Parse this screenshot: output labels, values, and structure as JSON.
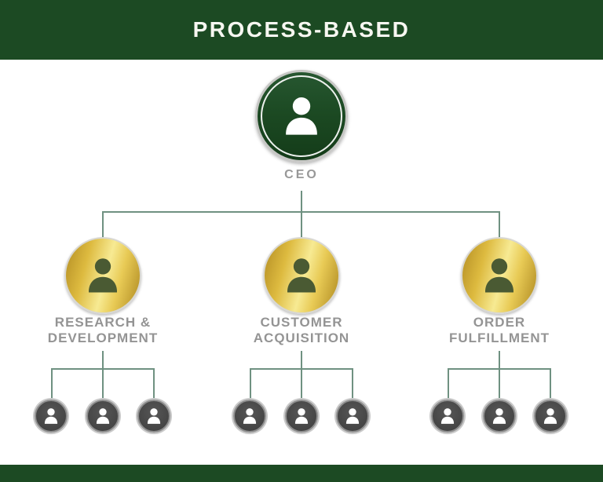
{
  "title_bar": {
    "title": "PROCESS-BASED"
  },
  "org_chart": {
    "type": "organizational-hierarchy",
    "root": {
      "label": "CEO",
      "level": 1
    },
    "branches": [
      {
        "label": "RESEARCH & DEVELOPMENT",
        "level": 2,
        "member_count": 3
      },
      {
        "label": "CUSTOMER ACQUISITION",
        "level": 2,
        "member_count": 3
      },
      {
        "label": "ORDER FULFILLMENT",
        "level": 2,
        "member_count": 3
      }
    ]
  },
  "icons": {
    "person": "person-icon (head and shoulders silhouette)"
  },
  "colors": {
    "brand_green": "#1c4a23",
    "connector_green": "#6f9181",
    "gold": "#e3c24d",
    "gold_icon_green": "#4a5a33",
    "member_gray": "#454545",
    "label_gray": "#949494",
    "title_text": "#f7f7f1",
    "background": "#ffffff"
  }
}
